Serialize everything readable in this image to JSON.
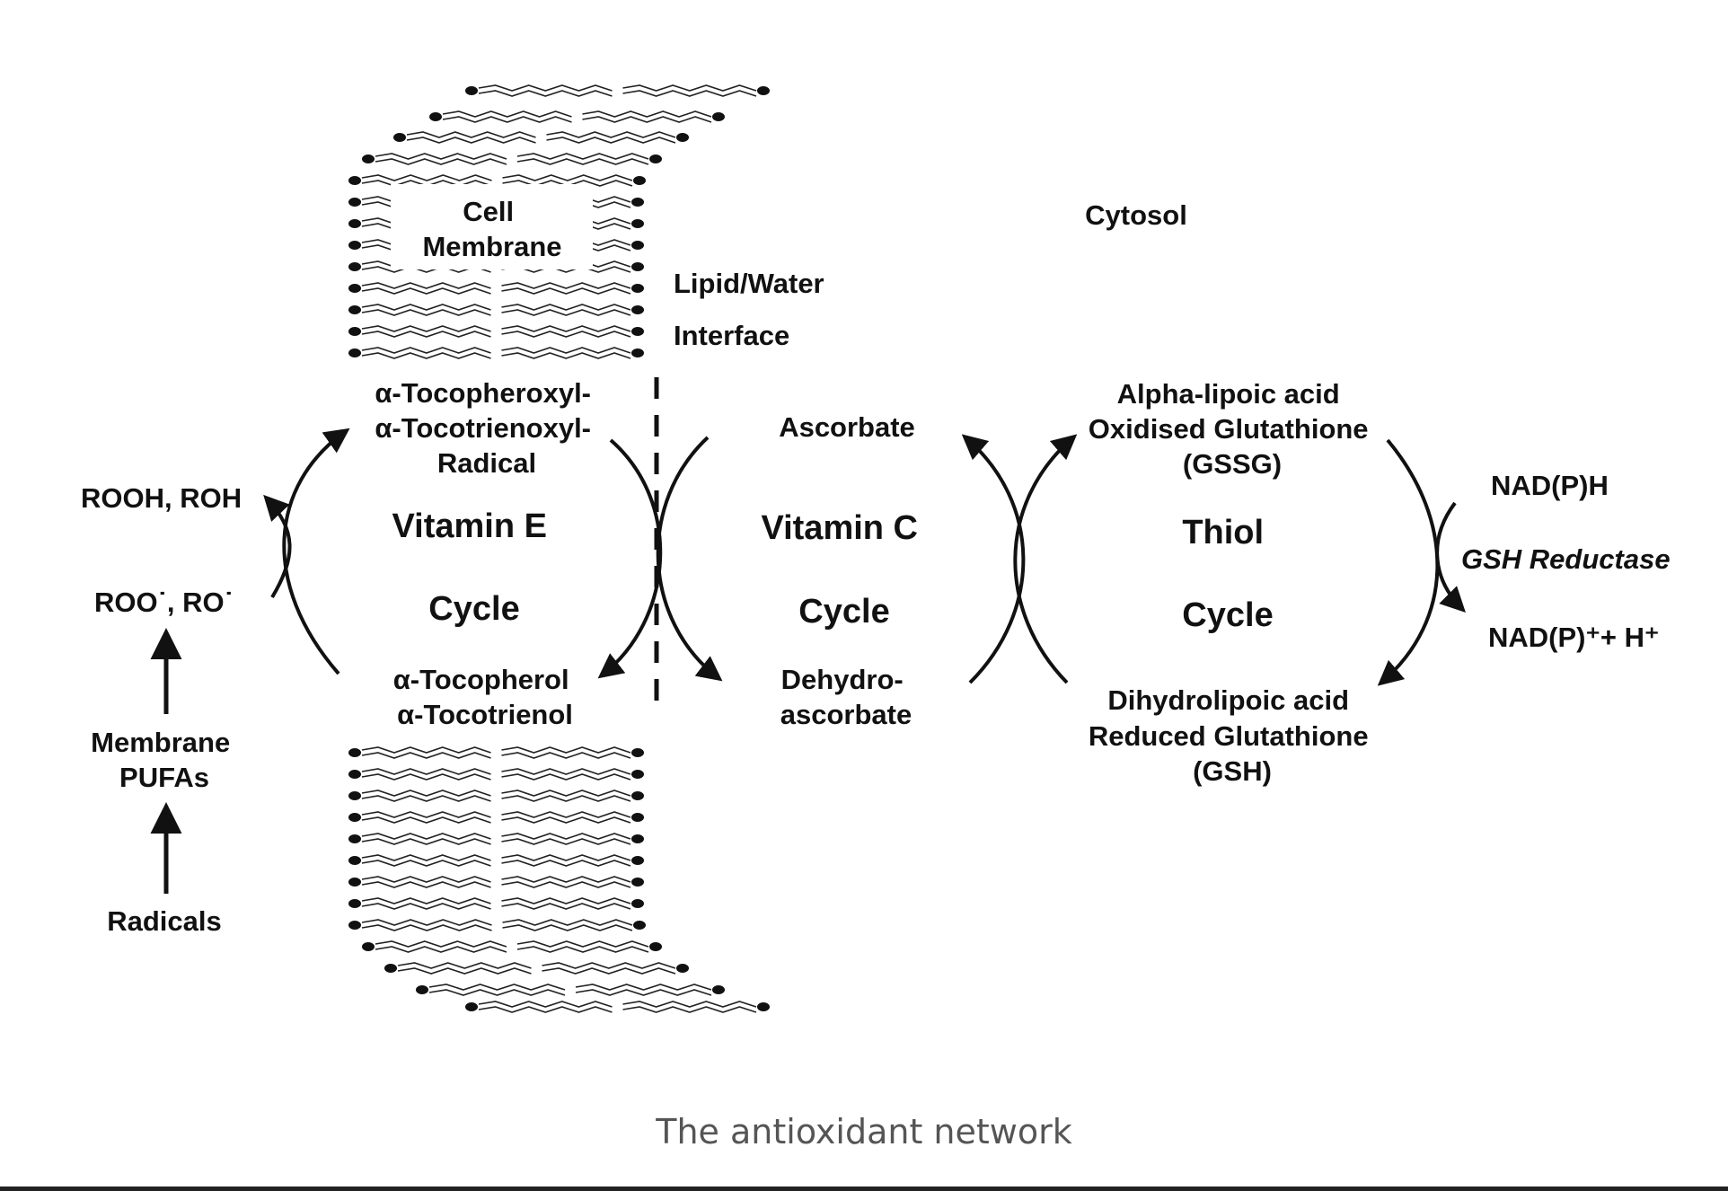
{
  "labels": {
    "cell_membrane": [
      "Cell",
      "Membrane"
    ],
    "cytosol": "Cytosol",
    "interface": [
      "Lipid/Water",
      "Interface"
    ],
    "tocopheroxyl": [
      "α-Tocopheroxyl-",
      "α-Tocotrienoxyl-",
      "Radical"
    ],
    "tocopherol": [
      "α-Tocopherol",
      "α-Tocotrienol"
    ],
    "ascorbate": "Ascorbate",
    "dehydroascorbate": [
      "Dehydro-",
      "ascorbate"
    ],
    "lipoic_oxidised": [
      "Alpha-lipoic acid",
      "Oxidised Glutathione",
      "(GSSG)"
    ],
    "lipoic_reduced": [
      "Dihydrolipoic acid",
      "Reduced Glutathione",
      "(GSH)"
    ],
    "nadph": "NAD(P)H",
    "gsh_reductase": "GSH Reductase",
    "nadp_plus": "NAD(P)⁺+ H⁺",
    "rooh": "ROOH, ROH",
    "roo": "ROO˙, RO˙",
    "membrane_pufas": [
      "Membrane",
      "PUFAs"
    ],
    "radicals": "Radicals"
  },
  "cycles": {
    "vitamin_e": [
      "Vitamin E",
      "Cycle"
    ],
    "vitamin_c": [
      "Vitamin C",
      "Cycle"
    ],
    "thiol": [
      "Thiol",
      "Cycle"
    ]
  },
  "caption": "The antioxidant network",
  "colors": {
    "ink": "#111111",
    "caption": "#555555"
  }
}
